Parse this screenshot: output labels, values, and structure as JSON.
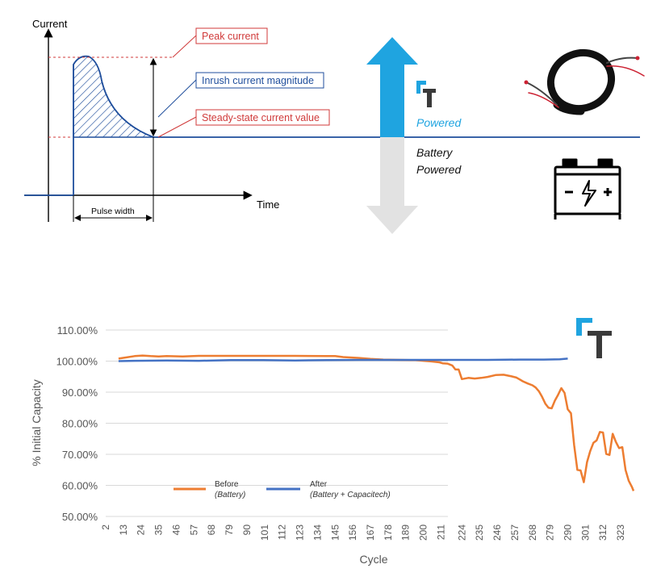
{
  "diagram": {
    "axis_y_label": "Current",
    "axis_x_label": "Time",
    "callouts": {
      "peak": "Peak current",
      "inrush": "Inrush current magnitude",
      "steady": "Steady-state current value"
    },
    "pulse_width": "Pulse width",
    "powered_label": "Powered",
    "battery_label_line1": "Battery",
    "battery_label_line2": "Powered",
    "colors": {
      "accent_blue": "#1fa4e0",
      "line_blue": "#1f4e9c",
      "red": "#d03a3a",
      "gray_arrow": "#e2e2e2"
    },
    "icons": [
      "ct-logo-icon",
      "wire-harness-icon",
      "battery-icon"
    ]
  },
  "chart_data": {
    "type": "line",
    "xlabel": "Cycle",
    "ylabel": "% Initial Capacity",
    "ylim": [
      50,
      110
    ],
    "yticks": [
      "110.00%",
      "100.00%",
      "90.00%",
      "80.00%",
      "70.00%",
      "60.00%",
      "50.00%"
    ],
    "ytick_values": [
      110,
      100,
      90,
      80,
      70,
      60,
      50
    ],
    "xlim": [
      2,
      331
    ],
    "xticks": [
      2,
      13,
      24,
      35,
      46,
      57,
      68,
      79,
      90,
      101,
      112,
      123,
      134,
      145,
      156,
      167,
      178,
      189,
      200,
      211,
      224,
      235,
      246,
      257,
      268,
      279,
      290,
      301,
      312,
      323
    ],
    "legend_position": "bottom-left",
    "grid": "horizontal",
    "series": [
      {
        "name": "Before",
        "name_sub": "(Battery)",
        "color": "#ed7d31",
        "x": [
          10,
          15,
          20,
          25,
          30,
          35,
          40,
          50,
          60,
          70,
          80,
          100,
          120,
          140,
          145,
          150,
          160,
          167,
          175,
          185,
          195,
          200,
          205,
          210,
          212,
          215,
          218,
          220,
          222,
          224,
          228,
          232,
          236,
          240,
          245,
          250,
          255,
          258,
          260,
          262,
          265,
          268,
          270,
          272,
          274,
          276,
          278,
          280,
          282,
          284,
          286,
          288,
          290,
          292,
          294,
          296,
          298,
          300,
          302,
          304,
          306,
          308,
          310,
          312,
          314,
          316,
          318,
          320,
          322,
          324,
          326,
          328,
          330,
          331
        ],
        "y": [
          100.8,
          101.2,
          101.6,
          101.8,
          101.6,
          101.5,
          101.6,
          101.5,
          101.7,
          101.7,
          101.7,
          101.7,
          101.7,
          101.6,
          101.6,
          101.3,
          101.0,
          100.7,
          100.5,
          100.4,
          100.3,
          100.1,
          99.9,
          99.6,
          99.3,
          99.2,
          98.6,
          97.3,
          97.3,
          94.2,
          94.6,
          94.4,
          94.6,
          94.9,
          95.5,
          95.6,
          95.1,
          94.7,
          94.1,
          93.5,
          92.8,
          92.2,
          91.5,
          90.3,
          88.5,
          86.3,
          85.0,
          84.8,
          87.3,
          89.2,
          91.3,
          89.8,
          84.5,
          83.2,
          73.0,
          65.0,
          64.8,
          61.0,
          67.5,
          71.0,
          73.7,
          74.5,
          77.2,
          77.0,
          70.1,
          69.8,
          76.6,
          74.0,
          72.0,
          72.3,
          65.0,
          61.5,
          59.5,
          58.2
        ]
      },
      {
        "name": "After",
        "name_sub": "(Battery + Capacitech)",
        "color": "#4472c4",
        "x": [
          10,
          20,
          40,
          60,
          80,
          100,
          120,
          140,
          160,
          180,
          200,
          220,
          240,
          260,
          275,
          285,
          290
        ],
        "y": [
          100.0,
          100.1,
          100.2,
          100.1,
          100.3,
          100.3,
          100.2,
          100.3,
          100.4,
          100.4,
          100.4,
          100.4,
          100.4,
          100.5,
          100.5,
          100.6,
          100.8
        ]
      }
    ]
  }
}
